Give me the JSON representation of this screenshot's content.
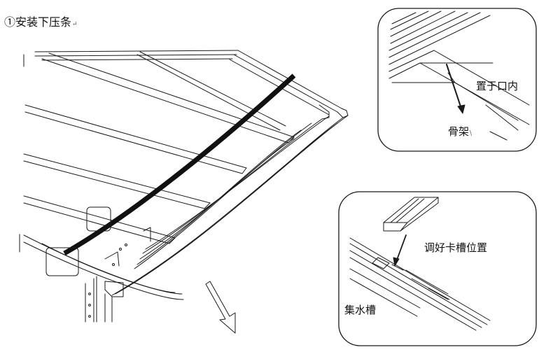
{
  "step": {
    "title": "①安装下压条",
    "title_mark": "↵"
  },
  "callouts": {
    "top": {
      "place_label": "置于口内",
      "frame_label": "骨架",
      "frame_mark": "\\"
    },
    "bottom": {
      "groove_label": "调好卡槽位置",
      "gutter_label": "集水槽"
    }
  },
  "colors": {
    "line": "#1a1a1a",
    "background": "#ffffff"
  }
}
